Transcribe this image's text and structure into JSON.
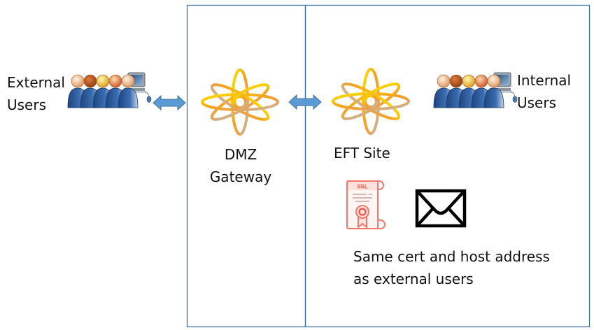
{
  "diagram": {
    "zones": [
      {
        "id": "dmz",
        "label": "DMZ Gateway"
      },
      {
        "id": "internal",
        "label": "EFT Site"
      }
    ],
    "labels": {
      "external_users_line1": "External",
      "external_users_line2": "Users",
      "dmz_line1": "DMZ",
      "dmz_line2": "Gateway",
      "eft_site": "EFT Site",
      "internal_users_line1": "Internal",
      "internal_users_line2": "Users",
      "note_line1": "Same cert and host address",
      "note_line2": "as external users",
      "ssl_badge": "SSL"
    },
    "icons": {
      "external_users": "user-group-computer-icon",
      "internal_users": "user-group-computer-icon",
      "dmz_gateway": "atom-icon",
      "eft_site": "atom-icon",
      "certificate": "ssl-certificate-icon",
      "mail": "envelope-icon",
      "arrow": "double-arrow-icon"
    },
    "colors": {
      "box_border": "#41719c",
      "arrow_fill": "#5b9bd5",
      "arrow_stroke": "#41719c",
      "atom_yellow": "#ffd700",
      "atom_orange": "#f59a17",
      "atom_gray": "#bfbfbf",
      "cert": "#f4776a",
      "user_body": "#2f5a96"
    },
    "connections": [
      {
        "from": "External Users",
        "to": "DMZ Gateway",
        "type": "bidirectional"
      },
      {
        "from": "DMZ Gateway",
        "to": "EFT Site",
        "type": "bidirectional"
      }
    ]
  }
}
